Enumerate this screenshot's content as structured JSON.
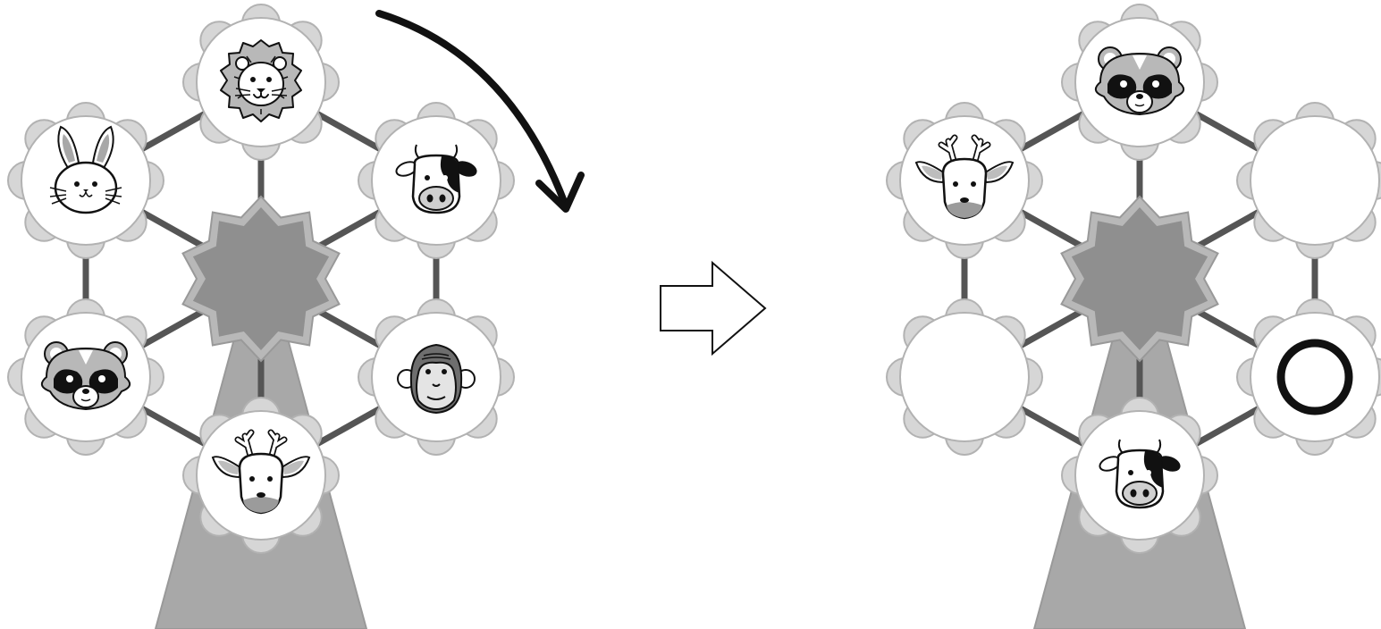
{
  "puzzle": {
    "rotation": "clockwise",
    "left_wheel": {
      "gondolas": [
        {
          "position": "top",
          "content": "lion-icon"
        },
        {
          "position": "upper-right",
          "content": "cow-icon"
        },
        {
          "position": "lower-right",
          "content": "gorilla-icon"
        },
        {
          "position": "bottom",
          "content": "deer-icon"
        },
        {
          "position": "lower-left",
          "content": "raccoon-icon"
        },
        {
          "position": "upper-left",
          "content": "rabbit-icon"
        }
      ]
    },
    "right_wheel": {
      "gondolas": [
        {
          "position": "top",
          "content": "raccoon-icon"
        },
        {
          "position": "upper-right",
          "content": "empty"
        },
        {
          "position": "lower-right",
          "content": "circle-answer-mark-icon"
        },
        {
          "position": "bottom",
          "content": "cow-icon"
        },
        {
          "position": "lower-left",
          "content": "empty"
        },
        {
          "position": "upper-left",
          "content": "deer-icon"
        }
      ]
    }
  },
  "colors": {
    "background": "#ffffff",
    "frame": "#555555",
    "hub": "#8f8f8f",
    "hub_border": "#b8b8b8",
    "support": "#a8a8a8",
    "petal": "#d6d6d6",
    "petal_stroke": "#b2b2b2",
    "line": "#111111"
  }
}
